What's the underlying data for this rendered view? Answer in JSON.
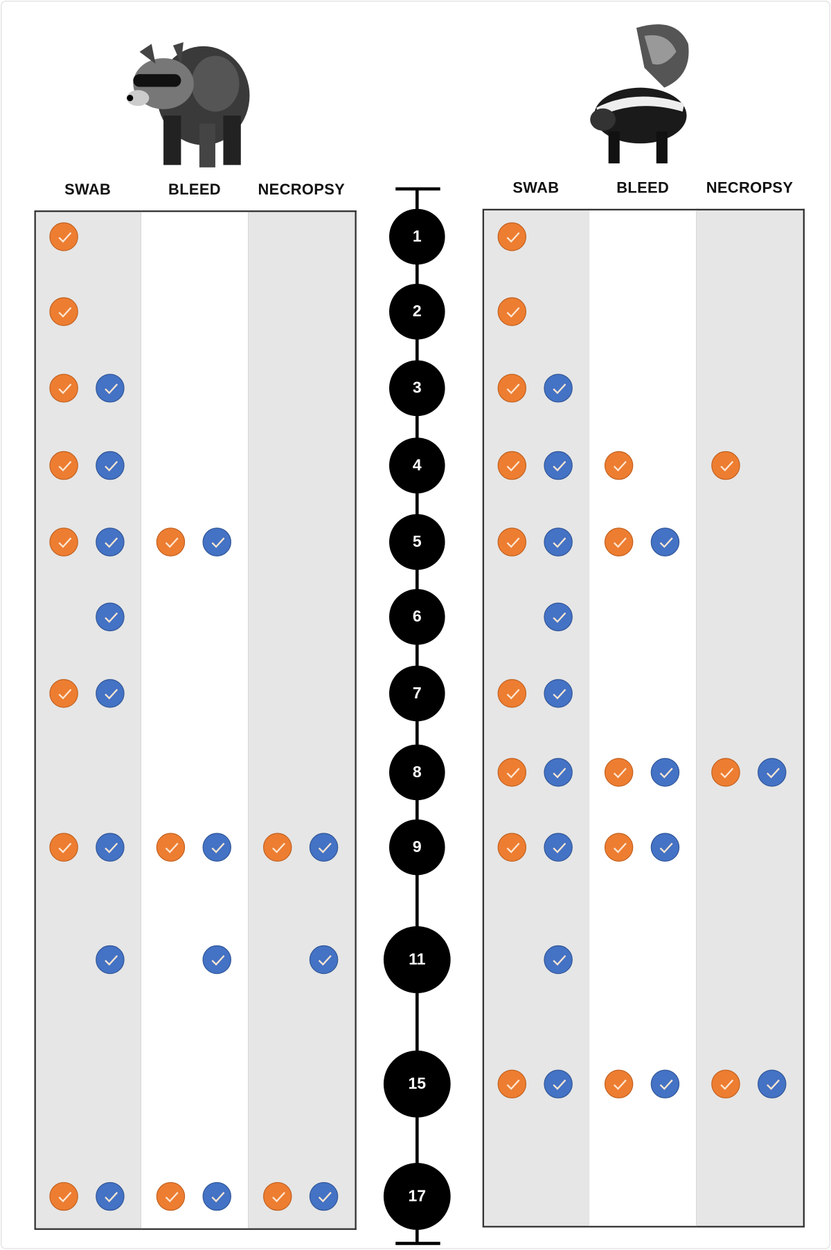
{
  "colors": {
    "first": "#ed7d31",
    "second": "#4472c4",
    "shaded": "#e6e6e6"
  },
  "columns": [
    "SWAB",
    "BLEED",
    "NECROPSY"
  ],
  "timepoints": [
    "1",
    "2",
    "3",
    "4",
    "5",
    "6",
    "7",
    "8",
    "9",
    "11",
    "15",
    "17"
  ],
  "animals": [
    {
      "name": "raccoon",
      "icon": "raccoon-icon",
      "marks": {
        "1": {
          "SWAB": [
            "orange"
          ]
        },
        "2": {
          "SWAB": [
            "orange"
          ]
        },
        "3": {
          "SWAB": [
            "orange",
            "blue"
          ]
        },
        "4": {
          "SWAB": [
            "orange",
            "blue"
          ]
        },
        "5": {
          "SWAB": [
            "orange",
            "blue"
          ],
          "BLEED": [
            "orange",
            "blue"
          ]
        },
        "6": {
          "SWAB": [
            "blue"
          ]
        },
        "7": {
          "SWAB": [
            "orange",
            "blue"
          ]
        },
        "8": {},
        "9": {
          "SWAB": [
            "orange",
            "blue"
          ],
          "BLEED": [
            "orange",
            "blue"
          ],
          "NECROPSY": [
            "orange",
            "blue"
          ]
        },
        "11": {
          "SWAB": [
            "blue"
          ],
          "BLEED": [
            "blue"
          ],
          "NECROPSY": [
            "blue"
          ]
        },
        "15": {},
        "17": {
          "SWAB": [
            "orange",
            "blue"
          ],
          "BLEED": [
            "orange",
            "blue"
          ],
          "NECROPSY": [
            "orange",
            "blue"
          ]
        }
      }
    },
    {
      "name": "skunk",
      "icon": "skunk-icon",
      "marks": {
        "1": {
          "SWAB": [
            "orange"
          ]
        },
        "2": {
          "SWAB": [
            "orange"
          ]
        },
        "3": {
          "SWAB": [
            "orange",
            "blue"
          ]
        },
        "4": {
          "SWAB": [
            "orange",
            "blue"
          ],
          "BLEED": [
            "orange"
          ],
          "NECROPSY": [
            "orange"
          ]
        },
        "5": {
          "SWAB": [
            "orange",
            "blue"
          ],
          "BLEED": [
            "orange",
            "blue"
          ]
        },
        "6": {
          "SWAB": [
            "blue"
          ]
        },
        "7": {
          "SWAB": [
            "orange",
            "blue"
          ]
        },
        "8": {
          "SWAB": [
            "orange",
            "blue"
          ],
          "BLEED": [
            "orange",
            "blue"
          ],
          "NECROPSY": [
            "orange",
            "blue"
          ]
        },
        "9": {
          "SWAB": [
            "orange",
            "blue"
          ],
          "BLEED": [
            "orange",
            "blue"
          ]
        },
        "11": {
          "SWAB": [
            "blue"
          ]
        },
        "15": {
          "SWAB": [
            "orange",
            "blue"
          ],
          "BLEED": [
            "orange",
            "blue"
          ],
          "NECROPSY": [
            "orange",
            "blue"
          ]
        },
        "17": {}
      }
    }
  ]
}
